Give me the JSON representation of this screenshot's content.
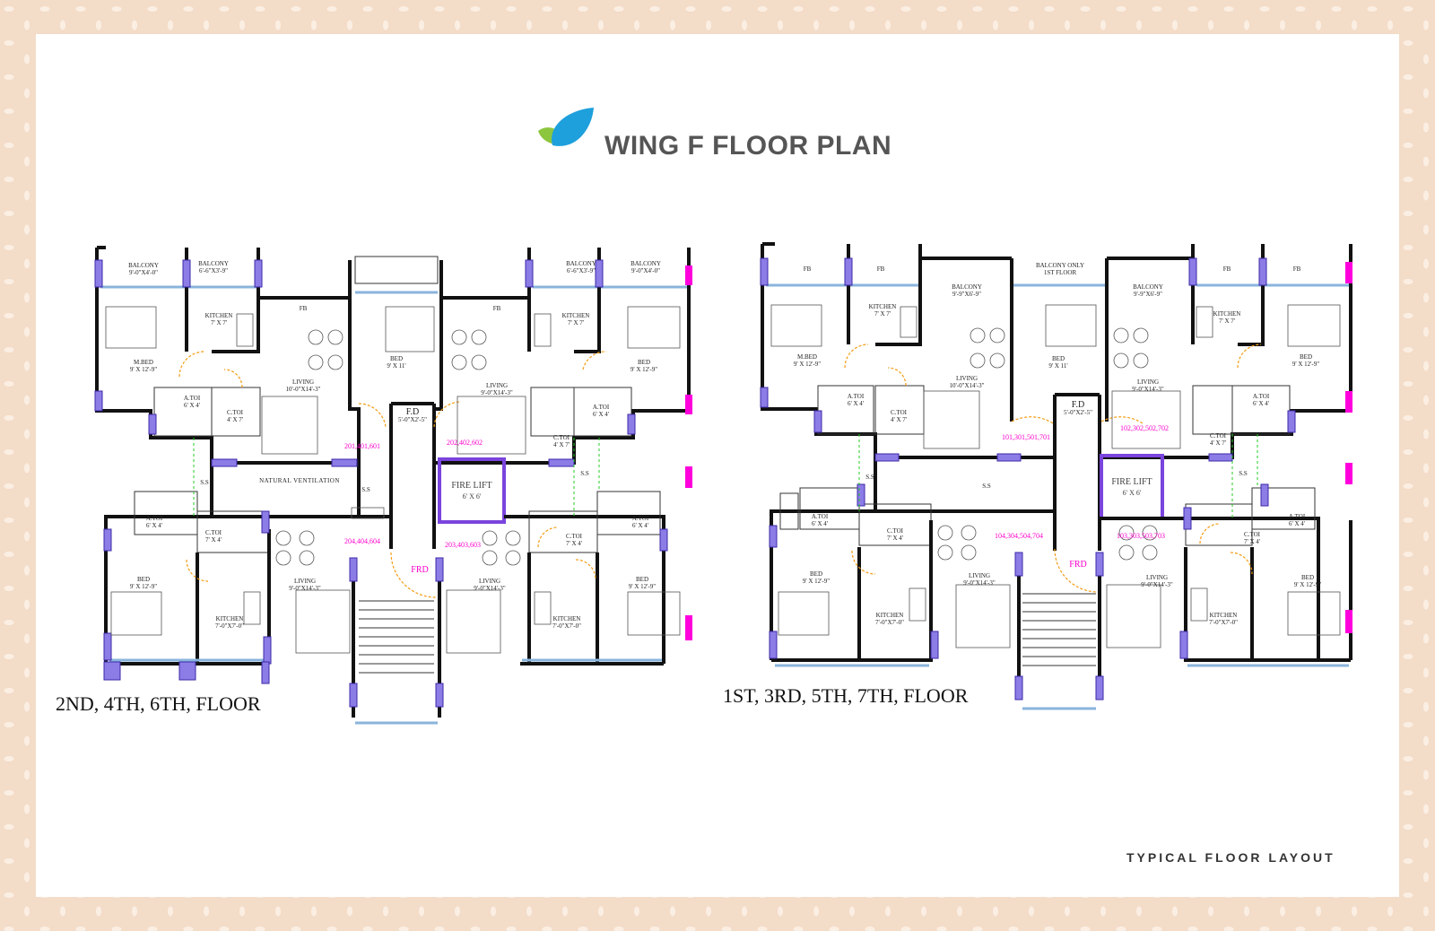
{
  "title": "WING F FLOOR PLAN",
  "footer": "TYPICAL FLOOR LAYOUT",
  "colors": {
    "accent_pink": "#ff00dd",
    "wall": "#111111",
    "column": "#8c7ce6",
    "door": "#f39c12",
    "window": "#8ab4dc"
  },
  "logo": "leaf-logo-icon",
  "left_plan": {
    "caption": "2ND, 4TH, 6TH, FLOOR",
    "top": {
      "balcony_l": "BALCONY",
      "balcony_l_size": "9'-0\"X4'-0\"",
      "balcony_l2": "BALCONY",
      "balcony_l2_size": "6'-6\"X3'-9\"",
      "kitchen_l": "KITCHEN",
      "kitchen_l_size": "7' X 7'",
      "fb_l": "FB",
      "mbed": "M.BED",
      "mbed_size": "9' X 12'-9\"",
      "atoi_l": "A.TOI",
      "atoi_l_size": "6' X 4'",
      "ctoi_l": "C.TOI",
      "ctoi_l_size": "4' X 7'",
      "living_l": "LIVING",
      "living_l_size": "10'-0\"X14'-3\"",
      "bed_c": "BED",
      "bed_c_size": "9' X 11'",
      "fd": "F.D",
      "fd_size": "5'-0\"X2'-5\"",
      "fb_r": "FB",
      "living_r": "LIVING",
      "living_r_size": "9'-0\"X14'-3\"",
      "balcony_r2": "BALCONY",
      "balcony_r2_size": "6'-6\"X3'-9\"",
      "kitchen_r": "KITCHEN",
      "kitchen_r_size": "7' X 7'",
      "balcony_r": "BALCONY",
      "balcony_r_size": "9'-0\"X4'-0\"",
      "bed_r": "BED",
      "bed_r_size": "9' X 12'-9\"",
      "atoi_r": "A.TOI",
      "atoi_r_size": "6' X 4'",
      "ctoi_r": "C.TOI",
      "ctoi_r_size": "4' X 7'"
    },
    "units": {
      "u1": "201,401,601",
      "u2": "202,402,602",
      "u3": "204,404,604",
      "u4": "203,403,603"
    },
    "middle": {
      "ss_l": "S.S",
      "vent": "NATURAL VENTILATION",
      "ss_c": "S.S",
      "lift": "FIRE LIFT",
      "lift_size": "6' X 6'",
      "ss_r": "S.S",
      "frd": "FRD"
    },
    "bottom": {
      "atoi_l": "A.TOI",
      "atoi_l_size": "6' X 4'",
      "ctoi_l": "C.TOI",
      "ctoi_l_size": "7' X 4'",
      "bed_l": "BED",
      "bed_l_size": "9' X 12'-9\"",
      "kitchen_l": "KITCHEN",
      "kitchen_l_size": "7'-0\"X7'-0\"",
      "living_l": "LIVING",
      "living_l_size": "9'-0\"X14'-3\"",
      "living_r": "LIVING",
      "living_r_size": "9'-0\"X14'-3\"",
      "ctoi_r": "C.TOI",
      "ctoi_r_size": "7' X 4'",
      "atoi_r": "A.TOI",
      "atoi_r_size": "6' X 4'",
      "kitchen_r": "KITCHEN",
      "kitchen_r_size": "7'-0\"X7'-0\"",
      "bed_r": "BED",
      "bed_r_size": "9' X 12'-9\""
    }
  },
  "right_plan": {
    "caption": "1ST, 3RD, 5TH, 7TH, FLOOR",
    "top": {
      "fb_1": "FB",
      "fb_2": "FB",
      "kitchen_l": "KITCHEN",
      "kitchen_l_size": "7' X 7'",
      "balcony_l": "BALCONY",
      "balcony_l_size": "9'-9\"X6'-9\"",
      "balcony_only": "BALCONY ONLY",
      "balcony_only_floor": "1ST FLOOR",
      "balcony_r": "BALCONY",
      "balcony_r_size": "9'-9\"X6'-9\"",
      "fb_3": "FB",
      "kitchen_r": "KITCHEN",
      "kitchen_r_size": "7' X 7'",
      "fb_4": "FB",
      "mbed": "M.BED",
      "mbed_size": "9' X 12'-9\"",
      "living_l": "LIVING",
      "living_l_size": "10'-0\"X14'-3\"",
      "bed_c": "BED",
      "bed_c_size": "9' X 11'",
      "living_r": "LIVING",
      "living_r_size": "9'-0\"X14'-3\"",
      "bed_r": "BED",
      "bed_r_size": "9' X 12'-9\"",
      "atoi_l": "A.TOI",
      "atoi_l_size": "6' X 4'",
      "ctoi_l": "C.TOI",
      "ctoi_l_size": "4' X 7'",
      "fd": "F.D",
      "fd_size": "5'-0\"X2'-5\"",
      "atoi_r": "A.TOI",
      "atoi_r_size": "6' X 4'",
      "ctoi_r": "C.TOI",
      "ctoi_r_size": "4' X 7'"
    },
    "units": {
      "u1": "101,301,501,701",
      "u2": "102,302,502,702",
      "u3": "104,304,504,704",
      "u4": "103,303,503,703"
    },
    "middle": {
      "ss_l": "S.S",
      "ss_c": "S.S",
      "lift": "FIRE LIFT",
      "lift_size": "6' X 6'",
      "ss_r": "S.S",
      "frd": "FRD"
    },
    "bottom": {
      "atoi_l": "A.TOI",
      "atoi_l_size": "6' X 4'",
      "ctoi_l": "C.TOI",
      "ctoi_l_size": "7' X 4'",
      "bed_l": "BED",
      "bed_l_size": "9' X 12'-9\"",
      "living_l": "LIVING",
      "living_l_size": "9'-0\"X14'-3\"",
      "kitchen_l": "KITCHEN",
      "kitchen_l_size": "7'-0\"X7'-0\"",
      "living_r": "LIVING",
      "living_r_size": "9'-0\"X14'-3\"",
      "ctoi_r": "C.TOI",
      "ctoi_r_size": "7' X 4'",
      "atoi_r": "A.TOI",
      "atoi_r_size": "6' X 4'",
      "bed_r": "BED",
      "bed_r_size": "9' X 12'-9\"",
      "kitchen_r": "KITCHEN",
      "kitchen_r_size": "7'-0\"X7'-0\""
    }
  }
}
